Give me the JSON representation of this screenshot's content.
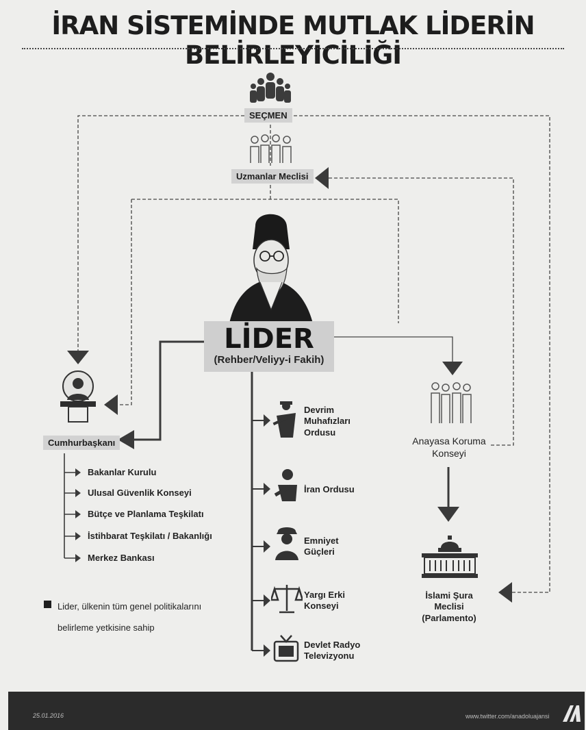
{
  "title": "İRAN SİSTEMİNDE MUTLAK LİDERİN BELİRLEYİCİLİĞİ",
  "nodes": {
    "voter": "SEÇMEN",
    "assembly": "Uzmanlar Meclisi",
    "leader_title": "LİDER",
    "leader_subtitle": "(Rehber/Veliyy-i Fakih)",
    "president": "Cumhurbaşkanı",
    "guardian_council": "Anayasa Koruma Konseyi",
    "parliament_line1": "İslami Şura",
    "parliament_line2": "Meclisi",
    "parliament_line3": "(Parlamento)"
  },
  "president_bodies": [
    "Bakanlar Kurulu",
    "Ulusal Güvenlik Konseyi",
    "Bütçe ve Planlama Teşkilatı",
    "İstihbarat Teşkilatı / Bakanlığı",
    "Merkez Bankası"
  ],
  "leader_bodies": [
    {
      "label": "Devrim Muhafızları Ordusu",
      "icon": "revolutionary-guard-icon"
    },
    {
      "label": "İran Ordusu",
      "icon": "soldier-icon"
    },
    {
      "label": "Emniyet Güçleri",
      "icon": "police-icon"
    },
    {
      "label": "Yargı Erki Konseyi",
      "icon": "scales-icon"
    },
    {
      "label": "Devlet Radyo Televizyonu",
      "icon": "tv-icon"
    }
  ],
  "note": "Lider, ülkenin tüm genel politikalarını belirleme yetkisine sahip",
  "footer": {
    "date": "25.01.2016",
    "url": "www.twitter.com/anadoluajansi"
  },
  "colors": {
    "line": "#444444",
    "box": "#d2d2d2",
    "footer": "#2b2b2b"
  }
}
